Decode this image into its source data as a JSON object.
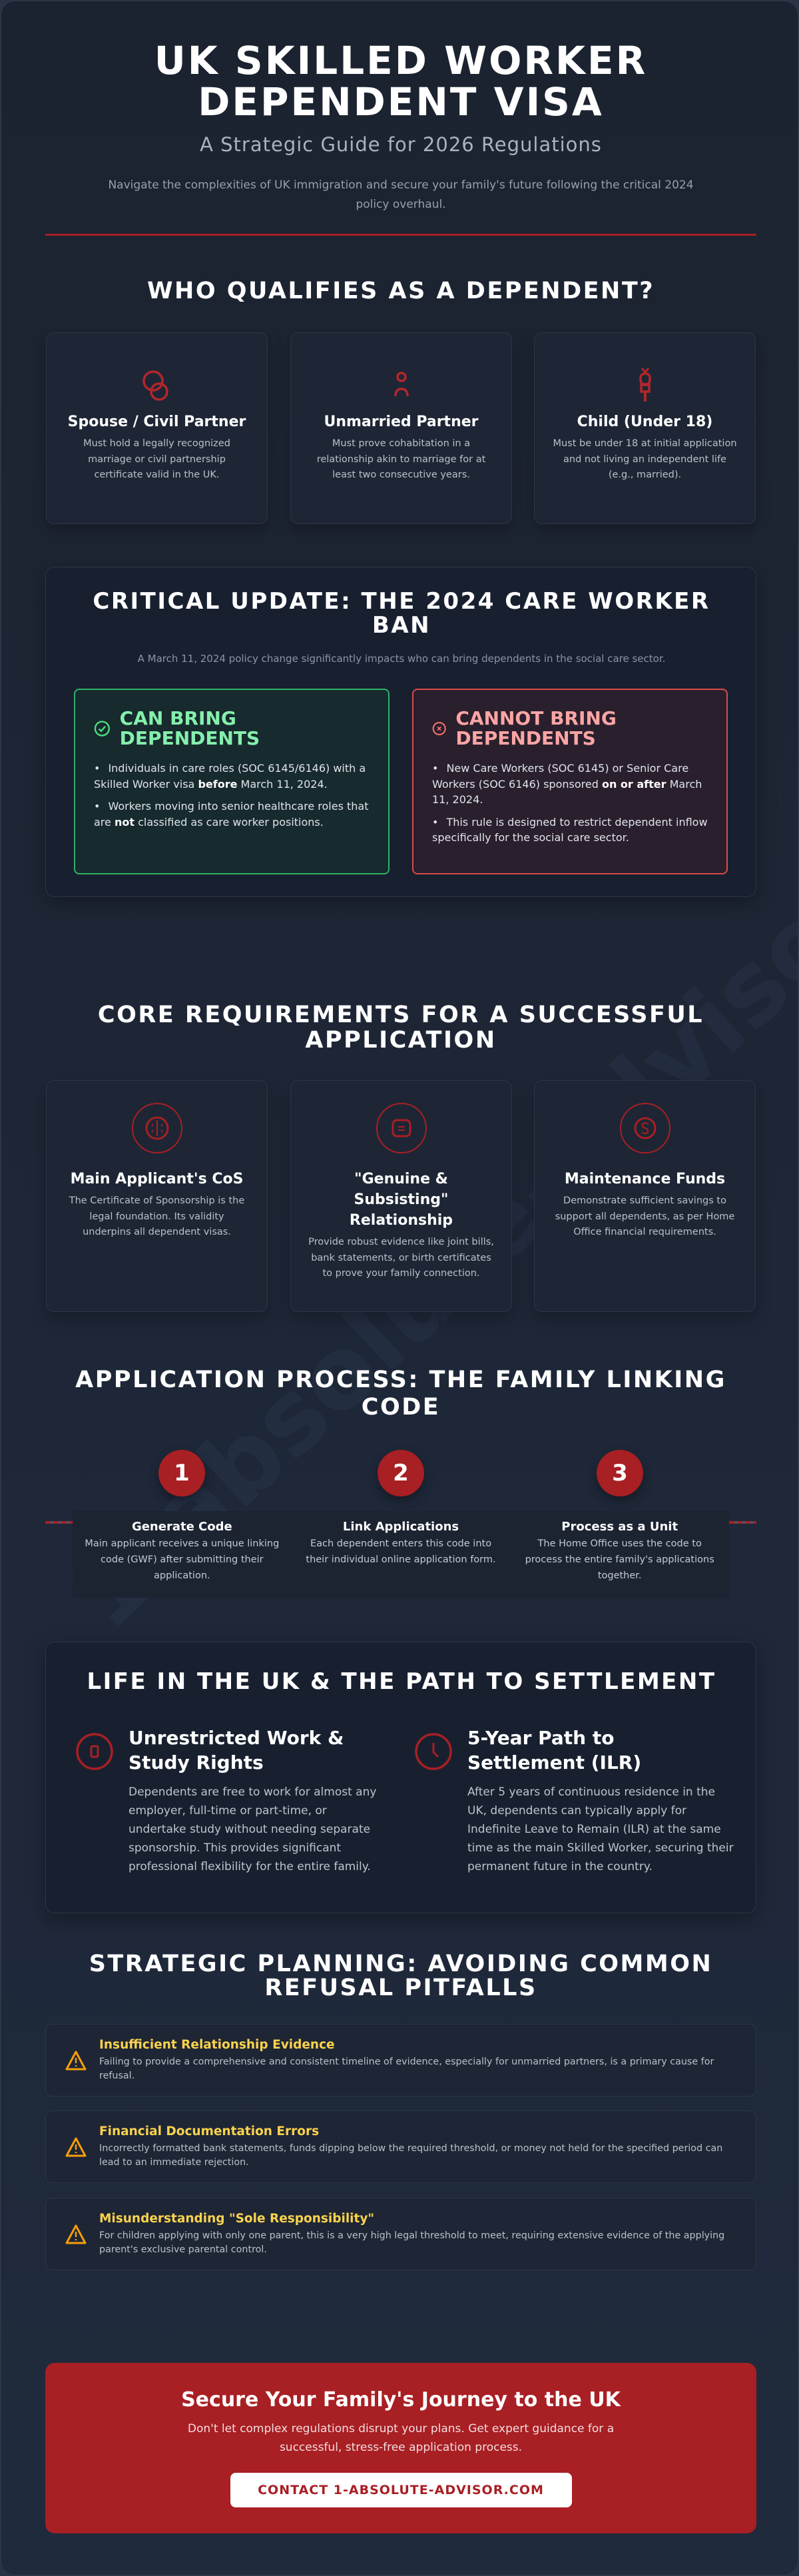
{
  "colors": {
    "accent": "#a81f24",
    "success": "#86efac",
    "danger": "#fca5a5",
    "warning": "#fcd34d",
    "background": "#1e2737"
  },
  "watermark": "1-absolute-advisor.com",
  "header": {
    "title_line1": "UK SKILLED WORKER",
    "title_line2": "DEPENDENT VISA",
    "subtitle": "A Strategic Guide for 2026 Regulations",
    "intro": "Navigate the complexities of UK immigration and secure your family's future following the critical 2024 policy overhaul."
  },
  "qualifies": {
    "heading": "WHO QUALIFIES AS A DEPENDENT?",
    "cards": [
      {
        "icon": "rings-icon",
        "title": "Spouse / Civil Partner",
        "text": "Must hold a legally recognized marriage or civil partnership certificate valid in the UK."
      },
      {
        "icon": "person-icon",
        "title": "Unmarried Partner",
        "text": "Must prove cohabitation in a relationship akin to marriage for at least two consecutive years."
      },
      {
        "icon": "child-icon",
        "title": "Child (Under 18)",
        "text": "Must be under 18 at initial application and not living an independent life (e.g., married)."
      }
    ]
  },
  "critical": {
    "heading": "CRITICAL UPDATE: THE 2024 CARE WORKER BAN",
    "subtitle": "A March 11, 2024 policy change significantly impacts who can bring dependents in the social care sector.",
    "can": {
      "icon": "check-circle-icon",
      "title": "CAN BRING DEPENDENTS",
      "items": [
        {
          "pre": "Individuals in care roles (SOC 6145/6146) with a Skilled Worker visa ",
          "bold": "before",
          "post": " March 11, 2024."
        },
        {
          "pre": "Workers moving into senior healthcare roles that are ",
          "bold": "not",
          "post": " classified as care worker positions."
        }
      ]
    },
    "cannot": {
      "icon": "x-circle-icon",
      "title": "CANNOT BRING DEPENDENTS",
      "items": [
        {
          "pre": "New Care Workers (SOC 6145) or Senior Care Workers (SOC 6146) sponsored ",
          "bold": "on or after",
          "post": " March 11, 2024."
        },
        {
          "pre": "This rule is designed to restrict dependent inflow specifically for the social care sector.",
          "bold": "",
          "post": ""
        }
      ]
    }
  },
  "requirements": {
    "heading": "CORE REQUIREMENTS FOR A SUCCESSFUL APPLICATION",
    "cards": [
      {
        "icon": "certificate-icon",
        "title": "Main Applicant's CoS",
        "text": "The Certificate of Sponsorship is the legal foundation. Its validity underpins all dependent visas."
      },
      {
        "icon": "document-icon",
        "title": "\"Genuine & Subsisting\" Relationship",
        "text": "Provide robust evidence like joint bills, bank statements, or birth certificates to prove your family connection."
      },
      {
        "icon": "money-icon",
        "title": "Maintenance Funds",
        "text": "Demonstrate sufficient savings to support all dependents, as per Home Office financial requirements."
      }
    ]
  },
  "process": {
    "heading": "APPLICATION PROCESS: THE FAMILY LINKING CODE",
    "steps": [
      {
        "num": "1",
        "title": "Generate Code",
        "text": "Main applicant receives a unique linking code (GWF) after submitting their application."
      },
      {
        "num": "2",
        "title": "Link Applications",
        "text": "Each dependent enters this code into their individual online application form."
      },
      {
        "num": "3",
        "title": "Process as a Unit",
        "text": "The Home Office uses the code to process the entire family's applications together."
      }
    ]
  },
  "life": {
    "heading": "LIFE IN THE UK & THE PATH TO SETTLEMENT",
    "items": [
      {
        "icon": "briefcase-icon",
        "title": "Unrestricted Work & Study Rights",
        "text": "Dependents are free to work for almost any employer, full-time or part-time, or undertake study without needing separate sponsorship. This provides significant professional flexibility for the entire family."
      },
      {
        "icon": "clock-icon",
        "title": "5-Year Path to Settlement (ILR)",
        "text": "After 5 years of continuous residence in the UK, dependents can typically apply for Indefinite Leave to Remain (ILR) at the same time as the main Skilled Worker, securing their permanent future in the country."
      }
    ]
  },
  "pitfalls": {
    "heading": "STRATEGIC PLANNING: AVOIDING COMMON REFUSAL PITFALLS",
    "items": [
      {
        "title": "Insufficient Relationship Evidence",
        "text": "Failing to provide a comprehensive and consistent timeline of evidence, especially for unmarried partners, is a primary cause for refusal."
      },
      {
        "title": "Financial Documentation Errors",
        "text": "Incorrectly formatted bank statements, funds dipping below the required threshold, or money not held for the specified period can lead to an immediate rejection."
      },
      {
        "title": "Misunderstanding \"Sole Responsibility\"",
        "text": "For children applying with only one parent, this is a very high legal threshold to meet, requiring extensive evidence of the applying parent's exclusive parental control."
      }
    ]
  },
  "cta": {
    "title": "Secure Your Family's Journey to the UK",
    "text": "Don't let complex regulations disrupt your plans. Get expert guidance for a successful, stress-free application process.",
    "button": "CONTACT 1-ABSOLUTE-ADVISOR.COM"
  }
}
